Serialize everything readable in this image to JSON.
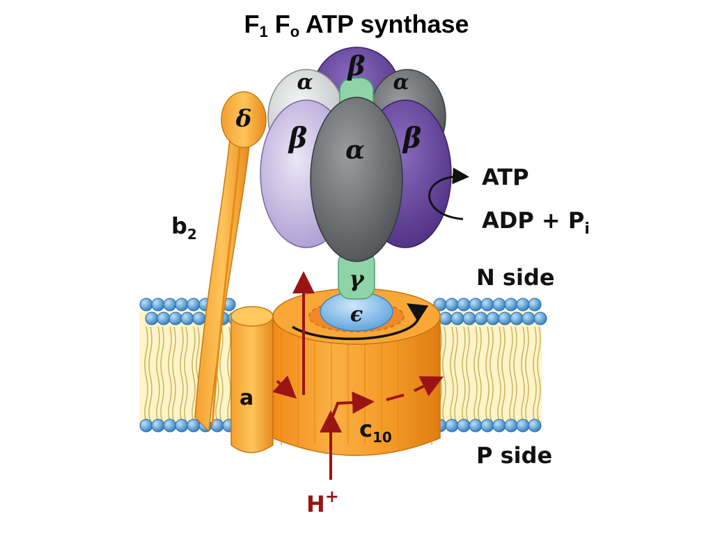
{
  "title": {
    "main": "F",
    "sub1": "1",
    "space": " F",
    "sub2": "o",
    "rest": " ATP synthase"
  },
  "subunits": {
    "beta": "β",
    "alpha": "α",
    "delta": "δ",
    "gamma": "γ",
    "epsilon": "ϵ",
    "b": "b",
    "b_sub": "2",
    "a": "a",
    "c": "c",
    "c_sub": "10"
  },
  "labels": {
    "atp": "ATP",
    "adp": "ADP + P",
    "adp_sub": "i",
    "n_side": "N side",
    "p_side": "P side",
    "proton": "H",
    "proton_sup": "+"
  },
  "colors": {
    "beta_dark": "#5b3a8e",
    "beta_light": "#c9bde4",
    "alpha_gray": "#6b6e70",
    "alpha_light": "#d9dbdc",
    "orange": "#f5a12e",
    "gamma_green": "#8fd4a8",
    "epsilon_blue": "#7db8e8",
    "lipid_head": "#4a9ad4",
    "arrow_red": "#9a1414"
  }
}
